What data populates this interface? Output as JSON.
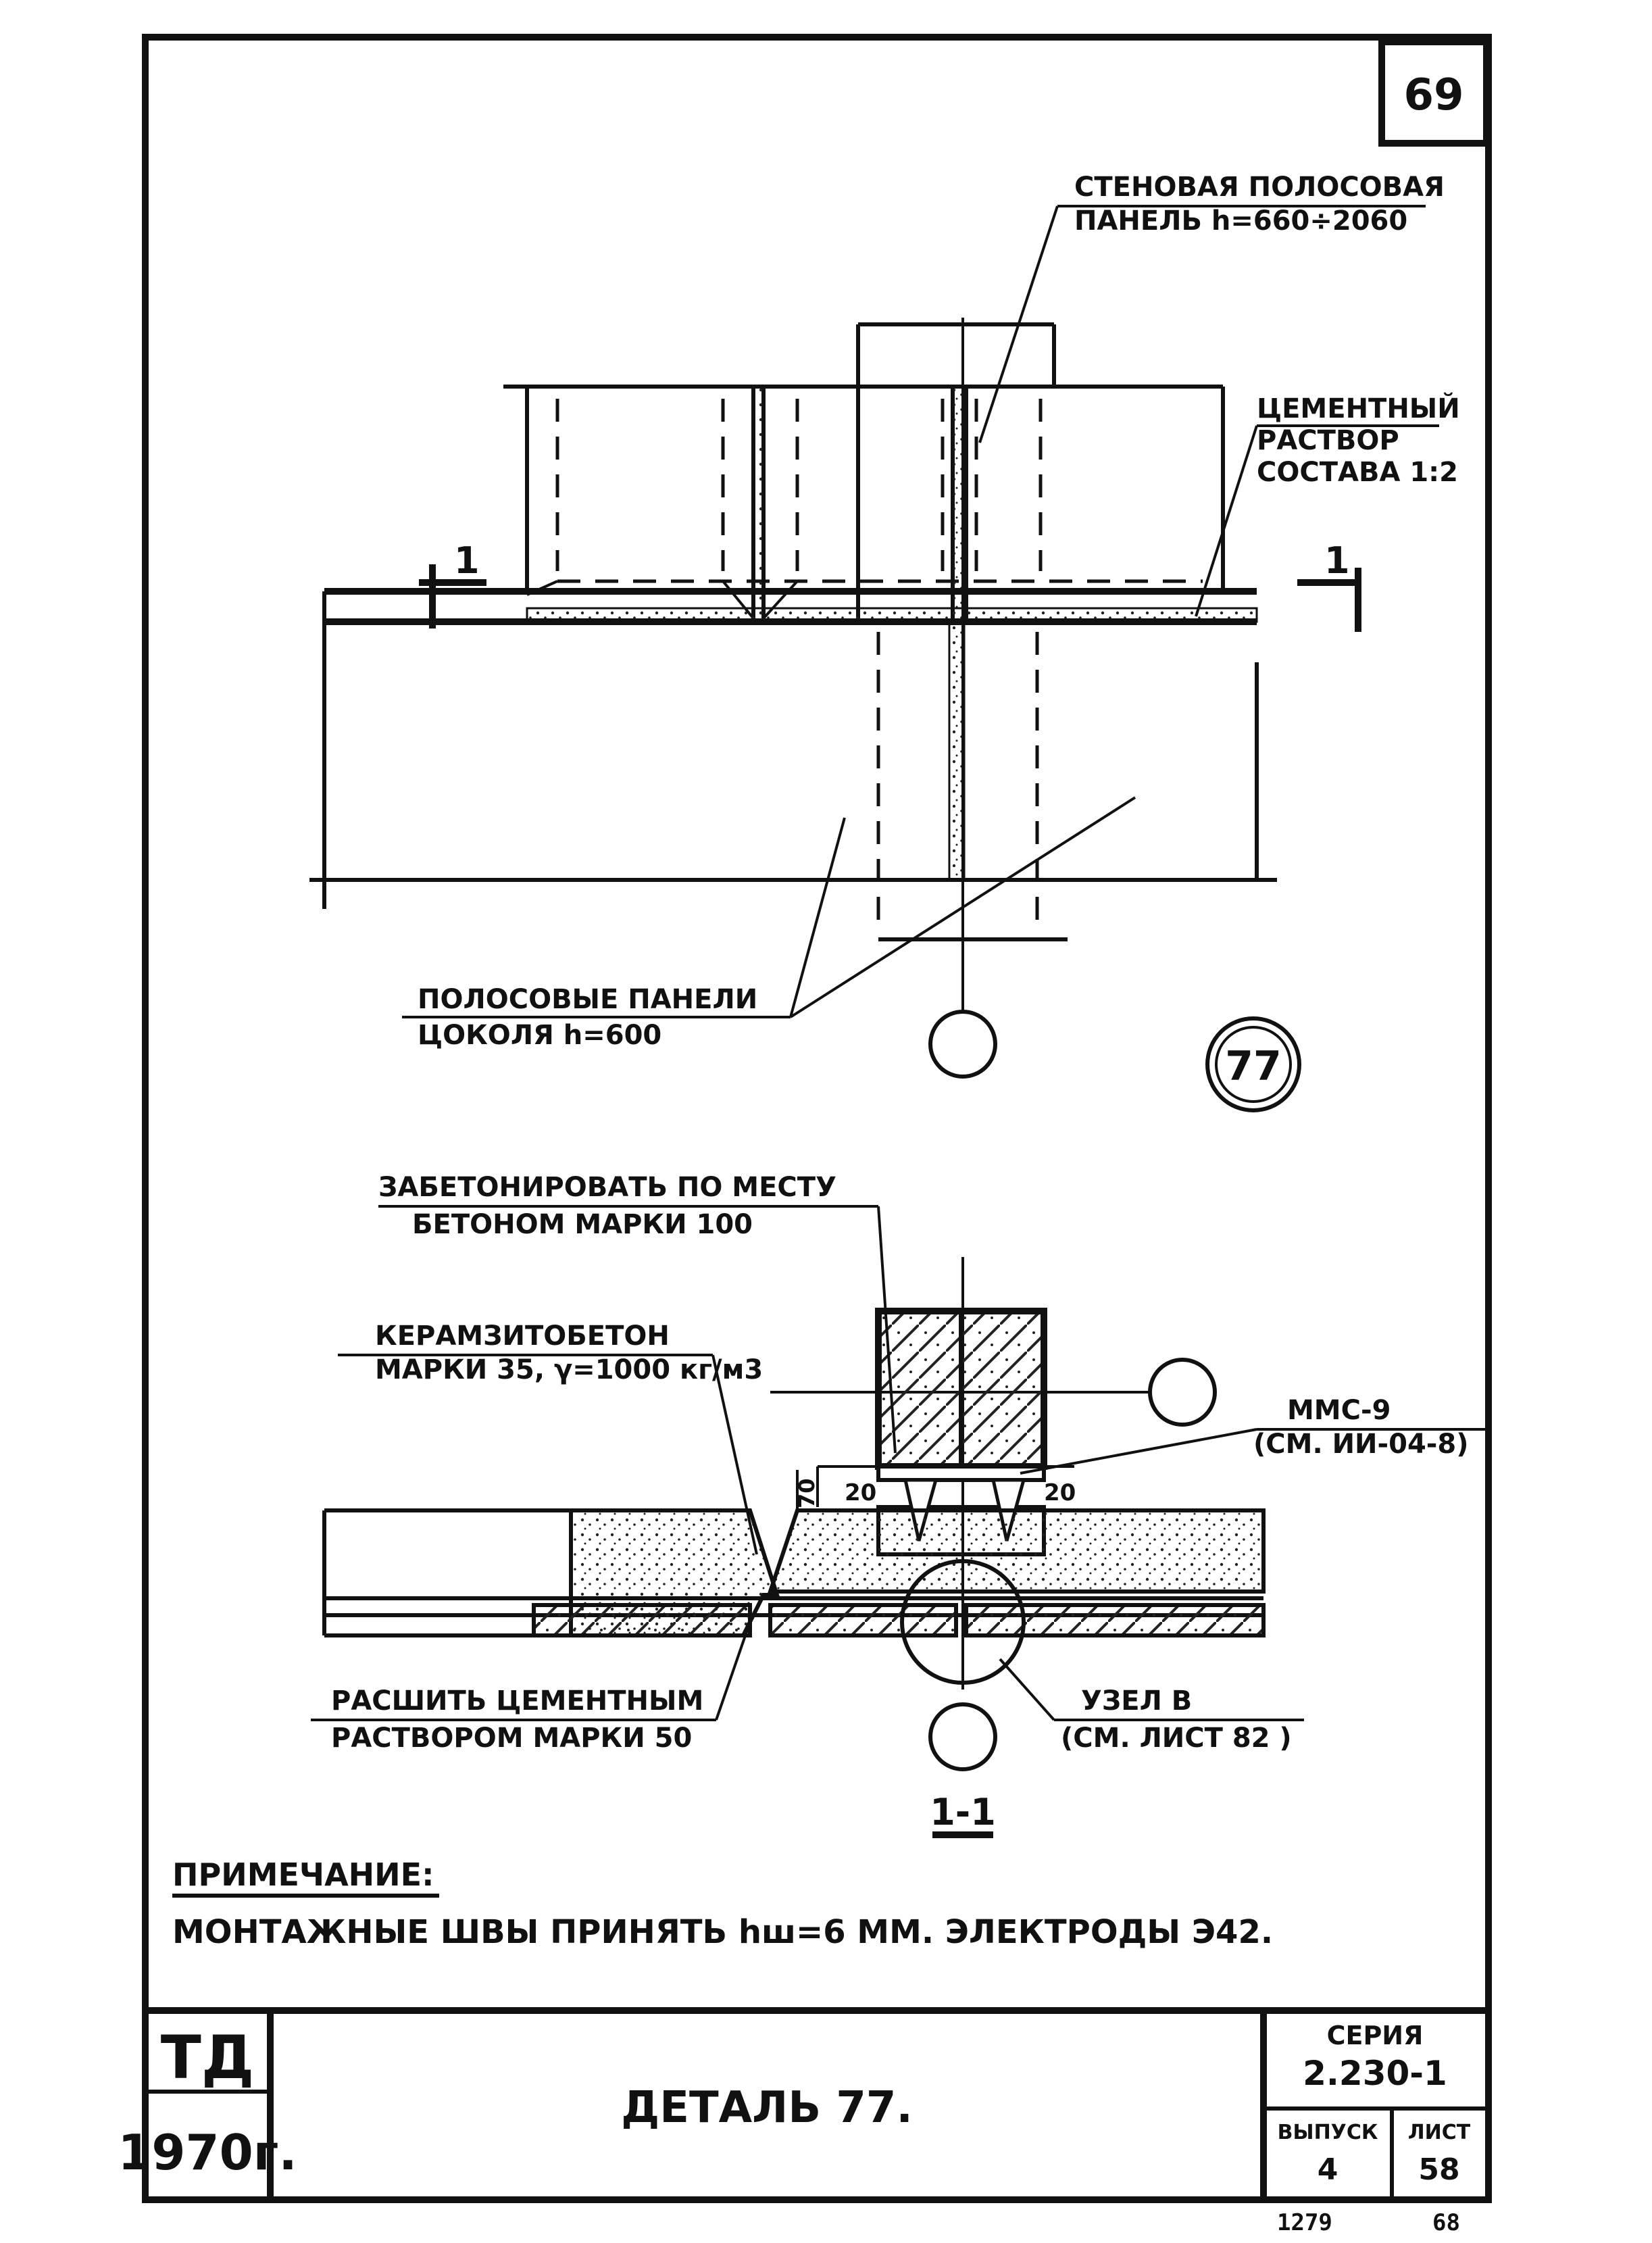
{
  "sheet": {
    "page_number": "69",
    "detail_circle_label": "77"
  },
  "plan_view": {
    "label_wall_panel_line1": "СТЕНОВАЯ ПОЛОСОВАЯ",
    "label_wall_panel_line2": "ПАНЕЛЬ h=660÷2060",
    "label_mortar_line1": "ЦЕМЕНТНЫЙ",
    "label_mortar_line2": "РАСТВОР",
    "label_mortar_line3": "СОСТАВА 1:2",
    "label_plinth_line1": "ПОЛОСОВЫЕ ПАНЕЛИ",
    "label_plinth_line2": "ЦОКОЛЯ h=600",
    "section_mark_left": "1",
    "section_mark_right": "1"
  },
  "section_view": {
    "label_concrete_line1": "ЗАБЕТОНИРОВАТЬ ПО МЕСТУ",
    "label_concrete_line2": "БЕТОНОМ МАРКИ 100",
    "label_keramzit_line1": "КЕРАМЗИТОБЕТОН",
    "label_keramzit_line2": "МАРКИ 35, γ=1000 кг/м3",
    "label_mms_line1": "ММС-9",
    "label_mms_line2": "(СМ. ИИ-04-8)",
    "label_seam_line1": "РАСШИТЬ ЦЕМЕНТНЫМ",
    "label_seam_line2": "РАСТВОРОМ МАРКИ 50",
    "label_node_line1": "УЗЕЛ В",
    "label_node_line2": "(СМ. ЛИСТ 82 )",
    "dim_70": "70",
    "dim_20_left": "20",
    "dim_20_right": "20",
    "section_title": "1-1"
  },
  "note": {
    "heading": "ПРИМЕЧАНИЕ:",
    "text": "МОНТАЖНЫЕ ШВЫ ПРИНЯТЬ hш=6 ММ. ЭЛЕКТРОДЫ Э42."
  },
  "title_block": {
    "org": "ТД",
    "year": "1970г.",
    "title": "ДЕТАЛЬ 77.",
    "series_label": "СЕРИЯ",
    "series_value": "2.230-1",
    "issue_label": "ВЫПУСК",
    "issue_value": "4",
    "sheet_label": "ЛИСТ",
    "sheet_value": "58",
    "below_left": "1279",
    "below_right": "68"
  }
}
